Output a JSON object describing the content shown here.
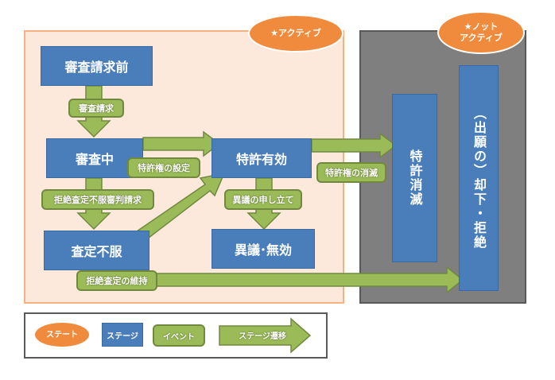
{
  "panels": {
    "active_label": "★アクティブ",
    "inactive_label_line1": "★ノット",
    "inactive_label_line2": "アクティブ"
  },
  "states": {
    "before_request": "審査請求前",
    "under_exam": "審査中",
    "patent_valid": "特許有効",
    "appeal_against_rejection": "査定不服",
    "opposition_invalid": "異議･無効",
    "patent_extinguished": "特許消滅",
    "withdrawn_rejected": "（出願の）却下・拒絶"
  },
  "events": {
    "exam_request": "審査請求",
    "patent_right_set": "特許権の設定",
    "rejection_appeal_request": "拒絶査定不服審判請求",
    "opposition_filing": "異議の申し立て",
    "patent_right_extinguish": "特許権の消滅",
    "rejection_maintained": "拒絶査定の維持"
  },
  "legend": {
    "state": "ステート",
    "stage": "ステージ",
    "event": "イベント",
    "transition": "ステージ遷移"
  },
  "colors": {
    "stage_blue": "#4a7ebb",
    "event_green": "#9bbb59",
    "state_orange": "#f08a3c",
    "active_bg": "#fce9db",
    "inactive_bg": "#7f7f7f"
  }
}
